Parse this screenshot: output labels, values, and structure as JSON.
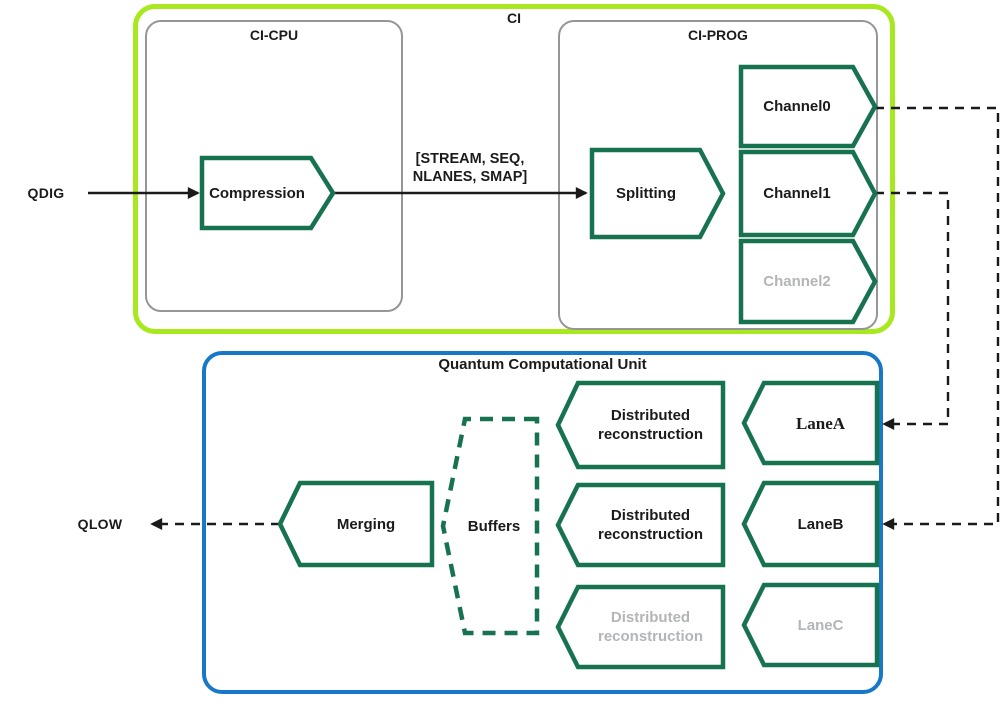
{
  "colors": {
    "ci_border": "#a8e81e",
    "qcu_border": "#1878c8",
    "node_border": "#17724f",
    "inner_container_border": "#969696",
    "connector": "#1a1a1a",
    "text": "#1b1b1b",
    "disabled_text": "#b3b5b7"
  },
  "external": {
    "input_label": "QDIG",
    "output_label": "QLOW"
  },
  "ci": {
    "title": "CI",
    "cpu": {
      "title": "CI-CPU",
      "compression": "Compression"
    },
    "prog": {
      "title": "CI-PROG",
      "splitting": "Splitting",
      "channels": [
        {
          "label": "Channel0",
          "enabled": true
        },
        {
          "label": "Channel1",
          "enabled": true
        },
        {
          "label": "Channel2",
          "enabled": false
        }
      ]
    },
    "bus_label": {
      "line1": "[STREAM, SEQ,",
      "line2": "NLANES, SMAP]"
    }
  },
  "qcu": {
    "title": "Quantum Computational Unit",
    "merging": "Merging",
    "buffers": "Buffers",
    "reconstruction": [
      {
        "line1": "Distributed",
        "line2": "reconstruction",
        "enabled": true
      },
      {
        "line1": "Distributed",
        "line2": "reconstruction",
        "enabled": true
      },
      {
        "line1": "Distributed",
        "line2": "reconstruction",
        "enabled": false
      }
    ],
    "lanes": [
      {
        "label": "LaneA",
        "enabled": true
      },
      {
        "label": "LaneB",
        "enabled": true
      },
      {
        "label": "LaneC",
        "enabled": false
      }
    ]
  }
}
